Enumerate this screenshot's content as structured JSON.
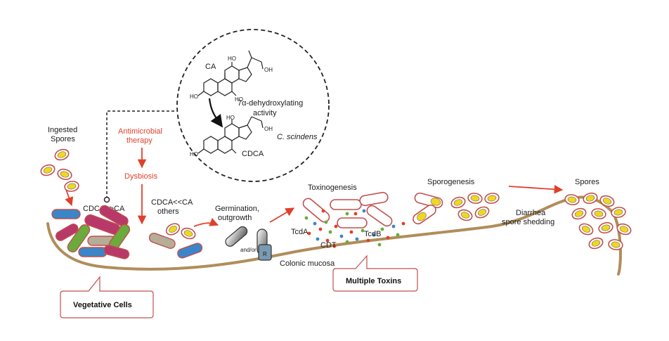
{
  "labels": {
    "ingested_spores": [
      "Ingested",
      "Spores"
    ],
    "antimicrobial_therapy": [
      "Antimicrobial",
      "therapy"
    ],
    "dysbiosis": "Dysbiosis",
    "cdca_gt_ca": "CDCA>>CA",
    "cdca_lt_ca": [
      "CDCA<<CA",
      "others"
    ],
    "germination": [
      "Germination,",
      "outgrowth"
    ],
    "and_or": "and/or",
    "receptor": "R",
    "toxinogenesis": "Toxinogenesis",
    "tcda": "TcdA",
    "tcdb": "TcdB",
    "cdt": "CDT",
    "sporogenesis": "Sporogenesis",
    "spores": "Spores",
    "diarrhea": [
      "Diarrhea",
      "spore shedding"
    ],
    "colonic_mucosa": "Colonic mucosa"
  },
  "inset": {
    "ca": "CA",
    "cdca": "CDCA",
    "activity": [
      "7α-dehydroxylating",
      "activity"
    ],
    "organism": "C. scindens",
    "hydroxyl": "HO",
    "carboxyl": "OH"
  },
  "callouts": {
    "vegetative": "Vegetative Cells",
    "toxins": "Multiple Toxins"
  },
  "colors": {
    "red": "#e0402a",
    "mucosa": "#b08d5a",
    "spore_yellow": "#f2d81c",
    "blue_cell": "#3a86c8",
    "magenta_cell": "#b8386a",
    "green_cell": "#6aab3c",
    "tan_cell": "#b5ad98"
  }
}
